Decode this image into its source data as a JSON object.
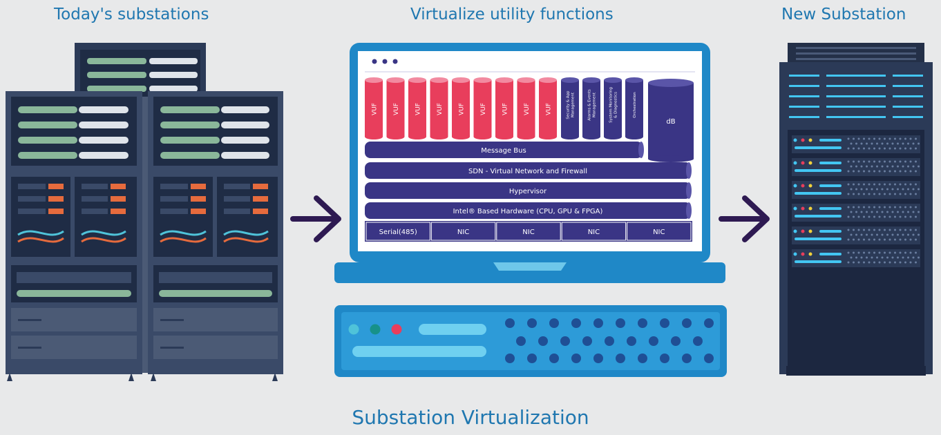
{
  "headers": {
    "left": "Today's substations",
    "middle": "Virtualize utility functions",
    "right": "New Substation"
  },
  "title": "Substation Virtualization",
  "stack": {
    "vuf_label": "VUF",
    "vuf_count": 9,
    "services": [
      [
        "Security & App",
        "Management"
      ],
      [
        "Alarms & Events",
        "Management"
      ],
      [
        "System Monitoring",
        "& Diagnostics"
      ],
      [
        "Orchestration"
      ]
    ],
    "db_label": "dB",
    "message_bus": "Message Bus",
    "sdn": "SDN - Virtual Network and Firewall",
    "hypervisor": "Hypervisor",
    "hardware": "Intel® Based Hardware (CPU, GPU & FPGA)",
    "ports": [
      "Serial(485)",
      "NIC",
      "NIC",
      "NIC",
      "NIC"
    ]
  },
  "colors": {
    "accent_red": "#e83e5c",
    "accent_purple": "#3a3585",
    "laptop_blue": "#1f88c7",
    "rack_navy": "#2b3a57",
    "heading_blue": "#1f77b0",
    "arrow": "#2e1a52"
  }
}
